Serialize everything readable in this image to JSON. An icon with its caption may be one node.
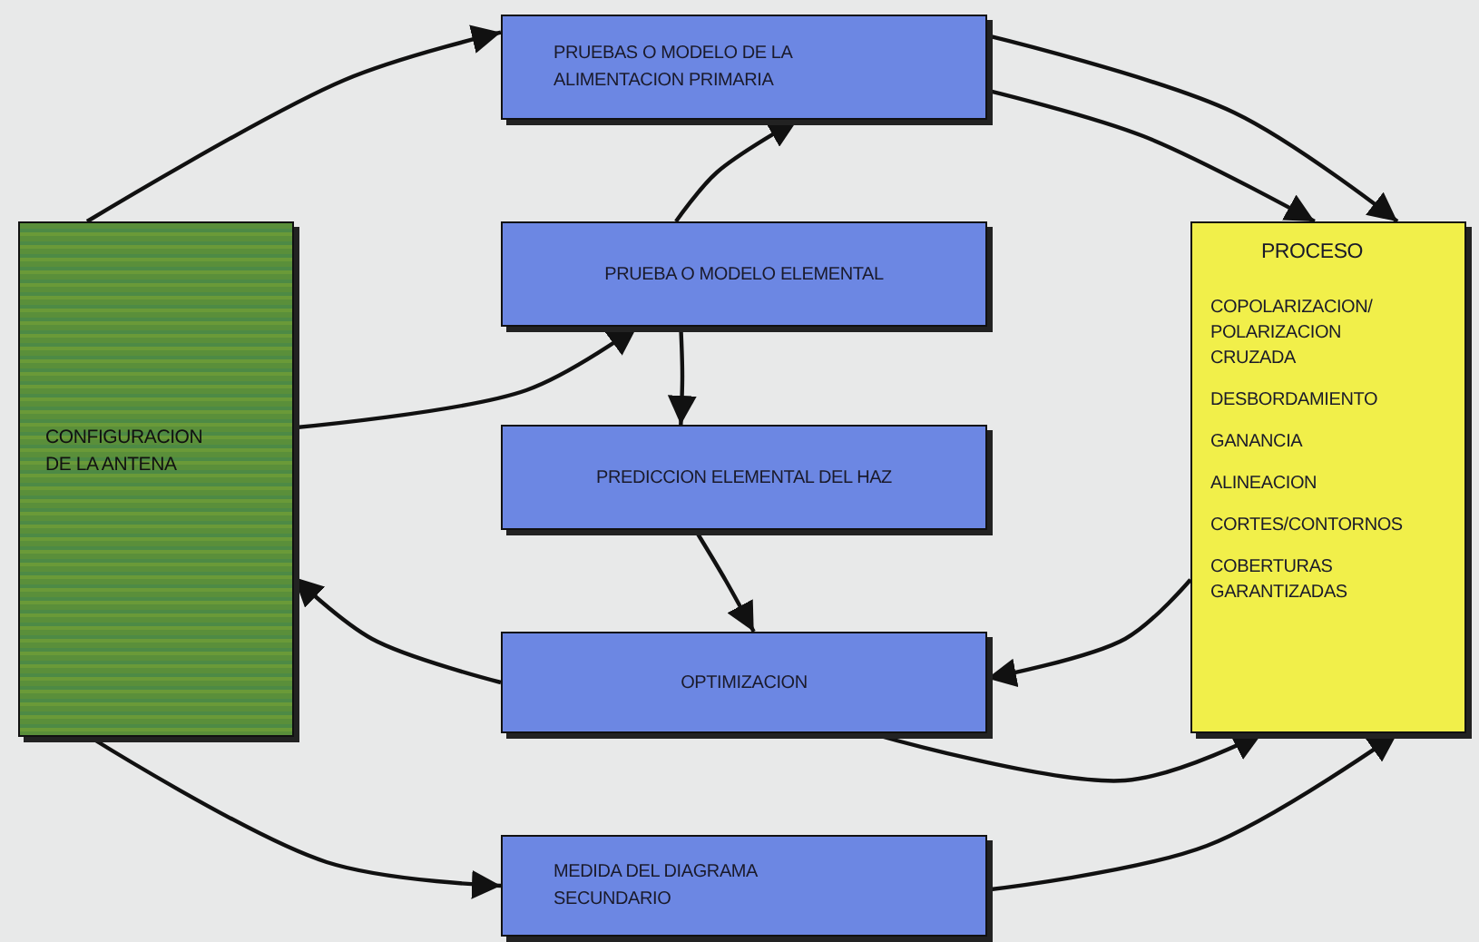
{
  "diagram": {
    "nodes": [
      {
        "text": [
          "CONFIGURACION DE LA ANTENA"
        ]
      },
      {
        "text": [
          "PRUEBAS O MODELO DE LA ALIMENTACION PRIMARIA"
        ]
      },
      {
        "text": [
          "PRUEBA O MODELO ELEMENTAL"
        ]
      },
      {
        "text": [
          "PREDICCION ELEMENTAL DEL HAZ"
        ]
      },
      {
        "text": [
          "OPTIMIZACION"
        ]
      },
      {
        "text": [
          "MEDIDA DEL DIAGRAMA SECUNDARIO"
        ]
      },
      {
        "text": [
          "PROCESO",
          "COPOLARIZACION/ POLARIZACION CRUZADA",
          "DESBORDAMIENTO",
          "GANANCIA",
          "ALINEACION",
          "CORTES/CONTORNOS",
          "COBERTURAS GARANTIZADAS"
        ]
      }
    ],
    "edges": [
      {
        "from": 0,
        "to": 1,
        "arrow": "to"
      },
      {
        "from": 1,
        "to": 6,
        "arrow": "to"
      },
      {
        "from": 1,
        "to": 6,
        "arrow": "to"
      },
      {
        "from": 0,
        "to": 2,
        "arrow": "to"
      },
      {
        "from": 2,
        "to": 1,
        "arrow": "to"
      },
      {
        "from": 2,
        "to": 3,
        "arrow": "to"
      },
      {
        "from": 3,
        "to": 4,
        "arrow": "to"
      },
      {
        "from": 4,
        "to": 0,
        "arrow": "to"
      },
      {
        "from": 6,
        "to": 4,
        "arrow": "to"
      },
      {
        "from": 4,
        "to": 6,
        "arrow": "to"
      },
      {
        "from": 0,
        "to": 5,
        "arrow": "to"
      },
      {
        "from": 5,
        "to": 6,
        "arrow": "to"
      }
    ]
  }
}
